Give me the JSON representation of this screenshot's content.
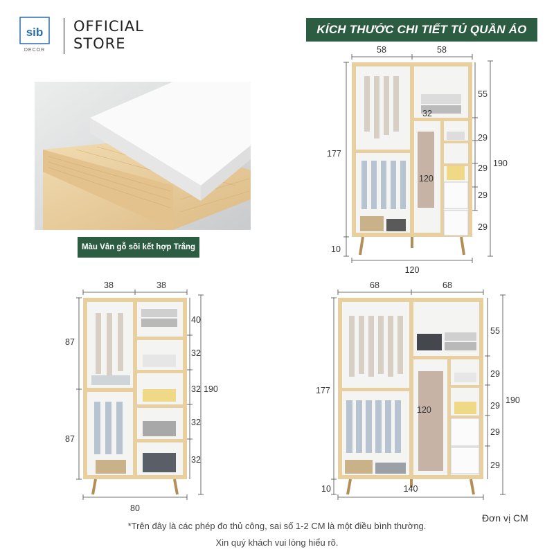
{
  "brand": {
    "logo_text": "sib",
    "logo_sub": "DECOR",
    "store_line1": "OFFICIAL",
    "store_line2": "STORE"
  },
  "title": "KÍCH THƯỚC CHI TIẾT TỦ QUẦN ÁO TA07",
  "material_caption": "Màu Vân gỗ sồi kết hợp Trắng",
  "wardrobe_120": {
    "top_widths": [
      "58",
      "58"
    ],
    "left_height": "177",
    "leg_height": "10",
    "inner_width": "32",
    "inner_height": "120",
    "right_heights": [
      "55",
      "29",
      "29",
      "29",
      "29"
    ],
    "total_height": "190",
    "total_width": "120"
  },
  "wardrobe_80": {
    "top_widths": [
      "38",
      "38"
    ],
    "left_heights": [
      "87",
      "87"
    ],
    "right_heights": [
      "40",
      "32",
      "32",
      "32",
      "32"
    ],
    "total_height": "190",
    "total_width": "80"
  },
  "wardrobe_140": {
    "top_widths": [
      "68",
      "68"
    ],
    "left_height": "177",
    "leg_height": "10",
    "inner_height": "120",
    "right_heights": [
      "55",
      "29",
      "29",
      "29",
      "29"
    ],
    "total_height": "190",
    "total_width": "140"
  },
  "footnote_line1": "*Trên đây là các phép đo thủ công, sai số 1-2 CM là một điều bình thường.",
  "footnote_line2": "Xin quý khách vui lòng hiểu rõ.",
  "unit_label": "Đơn vị CM",
  "colors": {
    "banner": "#2c5c42",
    "oak": "#e8cf9f",
    "white_panel": "#f7f7f5"
  }
}
